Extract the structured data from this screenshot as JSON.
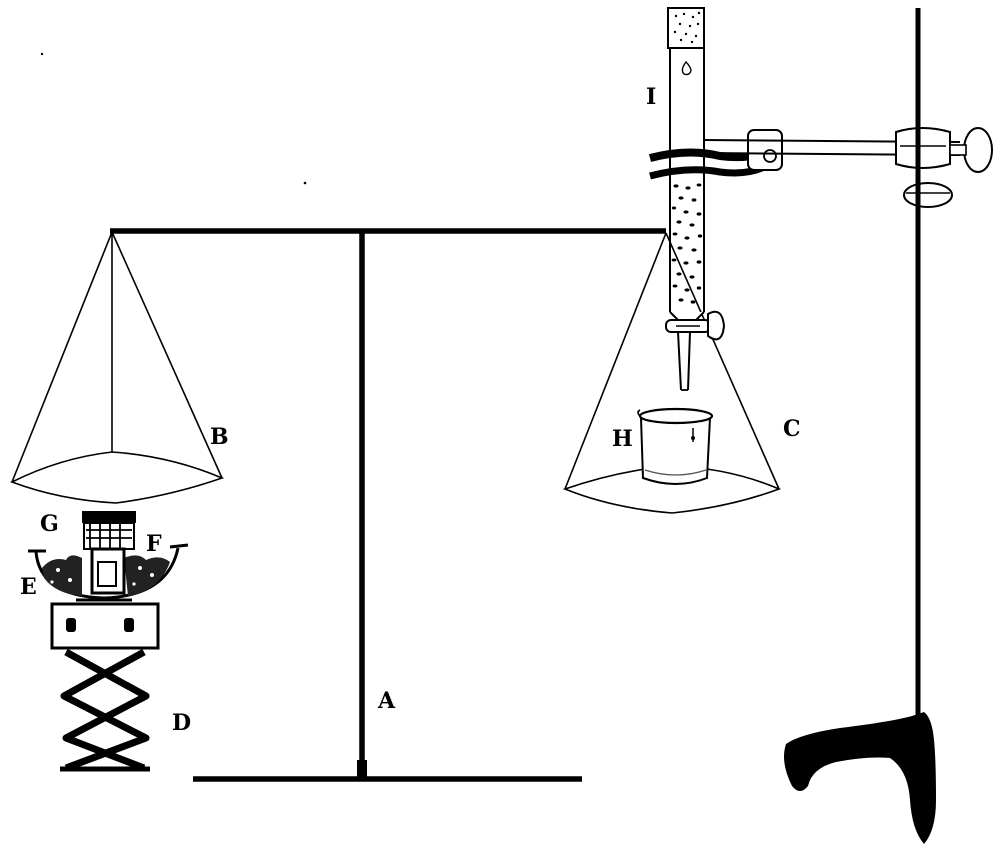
{
  "figure": {
    "labels": {
      "A": "A",
      "B": "B",
      "C": "C",
      "D": "D",
      "E": "E",
      "F": "F",
      "G": "G",
      "H": "H",
      "I": "I"
    },
    "colors": {
      "ink": "#000000",
      "background": "#ffffff"
    }
  }
}
